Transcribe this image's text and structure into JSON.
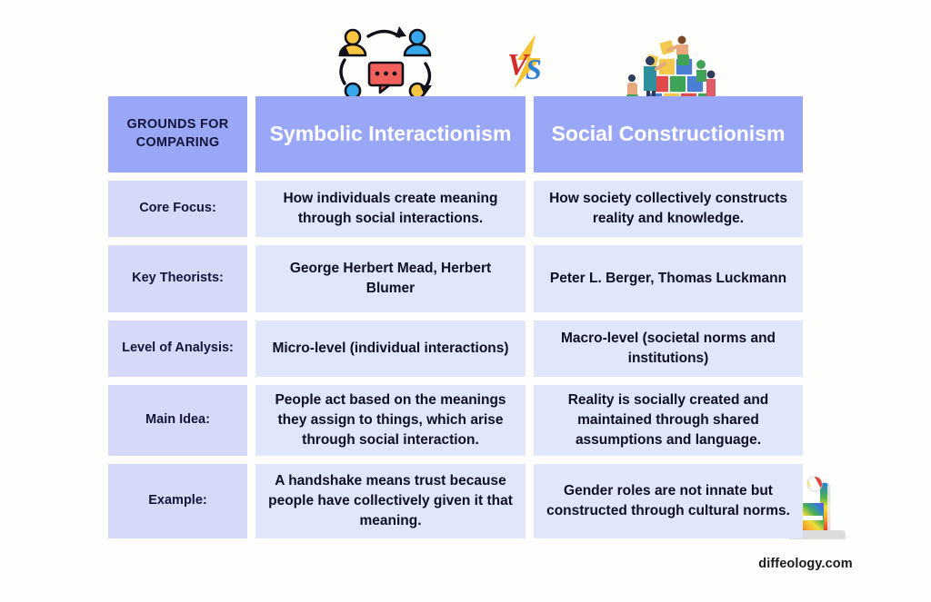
{
  "table": {
    "header": {
      "criteria_label": "GROUNDS FOR COMPARING",
      "column_a": "Symbolic Interactionism",
      "column_b": "Social Constructionism"
    },
    "rows": [
      {
        "criteria": "Core Focus:",
        "a": "How individuals create meaning through social interactions.",
        "b": "How society collectively constructs reality and knowledge."
      },
      {
        "criteria": "Key Theorists:",
        "a": "George Herbert Mead, Herbert Blumer",
        "b": "Peter L. Berger, Thomas Luckmann"
      },
      {
        "criteria": "Level of Analysis:",
        "a": "Micro-level (individual interactions)",
        "b": "Macro-level (societal norms and institutions)"
      },
      {
        "criteria": "Main Idea:",
        "a": "People act based on the meanings they assign to things, which arise through social interaction.",
        "b": "Reality is socially created and maintained through shared assumptions and language."
      },
      {
        "criteria": "Example:",
        "a": "A handshake means trust because people have collectively given it that meaning.",
        "b": "Gender roles are not innate but constructed through cultural norms."
      }
    ]
  },
  "artwork": {
    "left_icon": "people-interaction-cycle-icon",
    "versus_icon": "versus-icon",
    "versus_text": "VS",
    "right_icon": "people-building-puzzle-icon",
    "logo_icon": "diffeology-rainbow-logo-icon"
  },
  "brand": {
    "site": "diffeology.com"
  },
  "colors": {
    "page_background": "#fefefd",
    "header_band": "#9aa7f7",
    "criteria_cell": "#d7d9f8",
    "data_cell": "#e1e7fb",
    "header_title_text": "#ffffff",
    "body_text": "#0d0f24",
    "person_yellow": "#f7c544",
    "person_blue": "#36a7ea",
    "speech_bubble_red": "#f2605c",
    "versus_v_red": "#d32a2a",
    "versus_s_blue": "#2f7fd6",
    "versus_bolt_yellow": "#f6c02a"
  }
}
